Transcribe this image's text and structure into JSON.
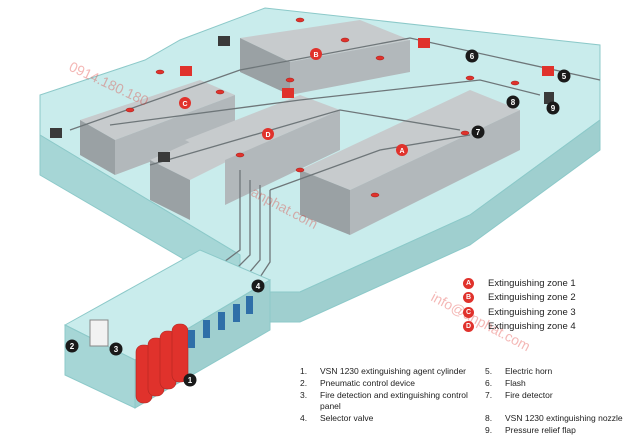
{
  "watermark": {
    "phone": "0914.180.180",
    "site": "anphat.com",
    "email": "info@anphat.com"
  },
  "zones_legend": [
    {
      "letter": "A",
      "label": "Extinguishing zone 1"
    },
    {
      "letter": "B",
      "label": "Extinguishing zone 2"
    },
    {
      "letter": "C",
      "label": "Extinguishing zone 3"
    },
    {
      "letter": "D",
      "label": "Extinguishing zone 4"
    }
  ],
  "components_legend": [
    {
      "num": "1.",
      "label": "VSN 1230 extinguishing agent cylinder"
    },
    {
      "num": "5.",
      "label": "Electric horn"
    },
    {
      "num": "2.",
      "label": "Pneumatic control device"
    },
    {
      "num": "6.",
      "label": "Flash"
    },
    {
      "num": "3.",
      "label": "Fire detection and extinguishing control panel"
    },
    {
      "num": "7.",
      "label": "Fire detector"
    },
    {
      "num": "4.",
      "label": "Selector valve"
    },
    {
      "num": "8.",
      "label": "VSN 1230 extinguishing nozzle"
    },
    {
      "num": "",
      "label": ""
    },
    {
      "num": "9.",
      "label": "Pressure relief flap"
    }
  ],
  "markers": {
    "m1": "1",
    "m2": "2",
    "m3": "3",
    "m4": "4",
    "m5": "5",
    "m6": "6",
    "m7": "7",
    "m8": "8",
    "m9": "9"
  },
  "zone_markers": {
    "a": "A",
    "b": "B",
    "c": "C",
    "d": "D"
  },
  "colors": {
    "room_fill": "#bfe6e6",
    "room_edge": "#8cc9c9",
    "cabinet": "#9aa1a4",
    "cabinet_top": "#c7cbcd",
    "cylinder": "#e0322c",
    "marker": "#1a1a1a",
    "zone_badge": "#e0322c"
  }
}
